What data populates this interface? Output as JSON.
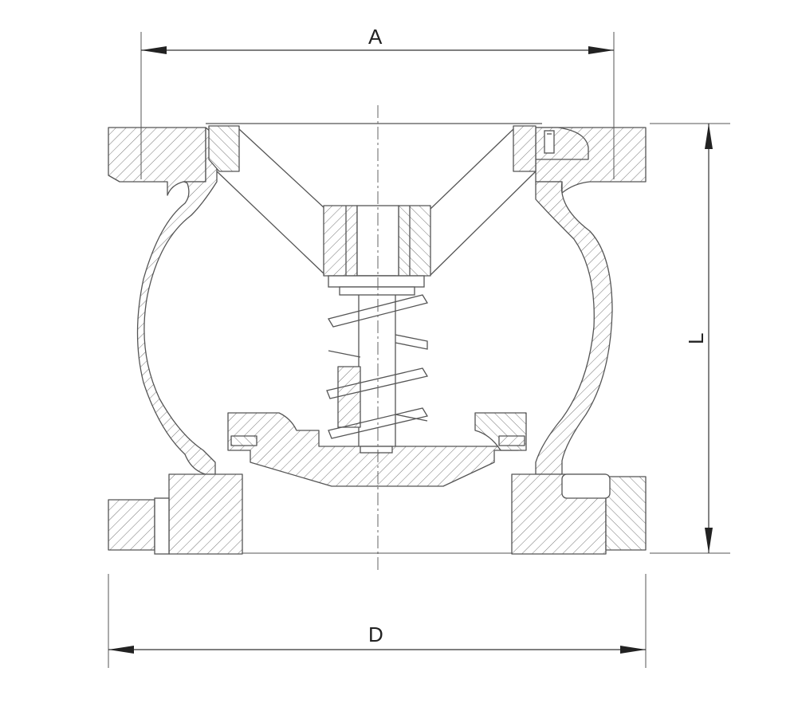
{
  "diagram": {
    "dimensions": {
      "A": "A",
      "D": "D",
      "L": "L"
    },
    "colors": {
      "line": "#555555",
      "hatch": "#777777",
      "background": "#ffffff"
    }
  }
}
